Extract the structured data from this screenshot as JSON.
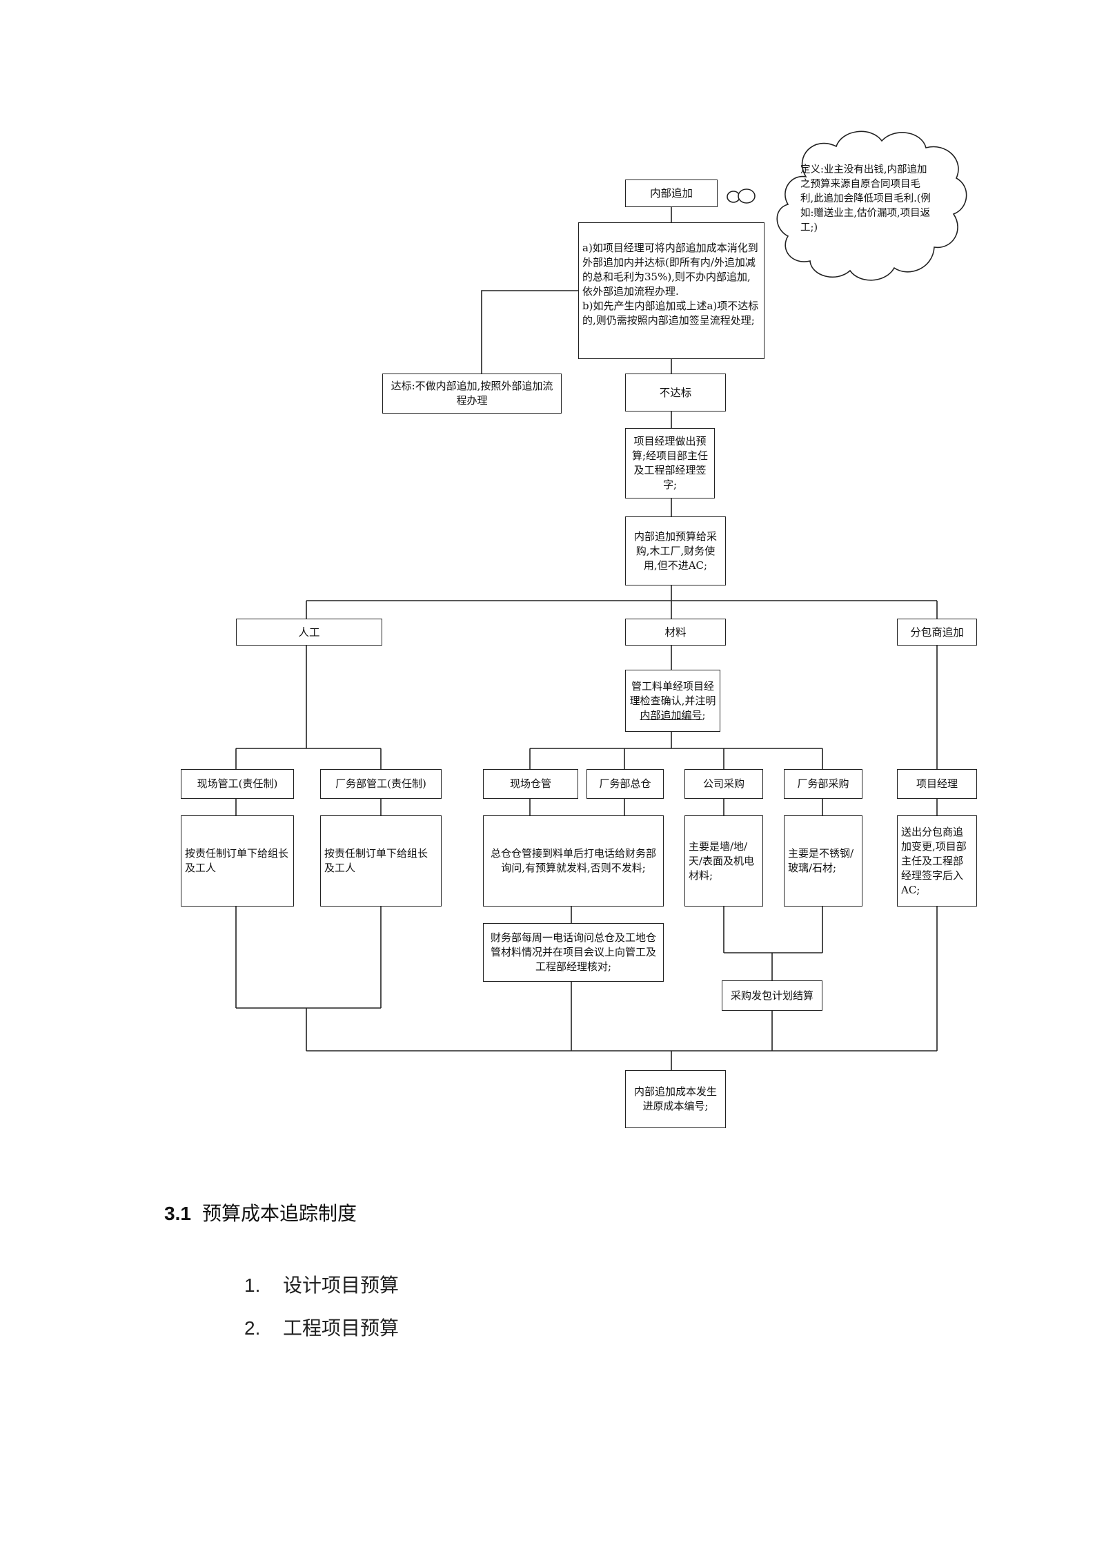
{
  "flowchart": {
    "start": "内部追加",
    "note": "定义:业主没有出钱,内部追加之预算来源自原合同项目毛利,此追加会降低项目毛利.(例如:赠送业主,估价漏项,项目返工;)",
    "rule": "a)如项目经理可将内部追加成本消化到外部追加内并达标(即所有内/外追加减的总和毛利为35%),则不办内部追加,依外部追加流程办理.\nb)如先产生内部追加或上述a)项不达标的,则仍需按照内部追加签呈流程处理;",
    "pass": "达标:不做内部追加,按照外部追加流程办理",
    "fail": "不达标",
    "budget": "项目经理做出预算;经项目部主任及工程部经理签字;",
    "distribute": "内部追加预算给采购,木工厂,财务使用,但不进AC;",
    "labor": "人工",
    "material": "材料",
    "subcontract": "分包商追加",
    "material_check_a": "管工料单经项目经理检查确认,并注明",
    "material_check_u": "内部追加编号",
    "material_check_b": ";",
    "site_foreman": "现场管工(责任制)",
    "factory_foreman": "厂务部管工(责任制)",
    "site_warehouse": "现场仓管",
    "factory_warehouse": "厂务部总仓",
    "company_purchase": "公司采购",
    "factory_purchase": "厂务部采购",
    "project_manager": "项目经理",
    "site_foreman_action": "按责任制订单下给组长及工人",
    "factory_foreman_action": "按责任制订单下给组长及工人",
    "warehouse_action": "总仓仓管接到料单后打电话给财务部询问,有预算就发料,否则不发料;",
    "company_purchase_action": "主要是墙/地/天/表面及机电材料;",
    "factory_purchase_action": "主要是不锈钢/玻璃/石材;",
    "pm_action": "送出分包商追加变更,项目部主任及工程部经理签字后入AC;",
    "finance_check": "财务部每周一电话询问总仓及工地仓管材料情况并在项目会议上向管工及工程部经理核对;",
    "settlement": "采购发包计划结算",
    "end": "内部追加成本发生进原成本编号;"
  },
  "section": {
    "number": "3.1",
    "title": "预算成本追踪制度"
  },
  "list": [
    {
      "num": "1.",
      "text": "设计项目预算"
    },
    {
      "num": "2.",
      "text": "工程项目预算"
    }
  ]
}
